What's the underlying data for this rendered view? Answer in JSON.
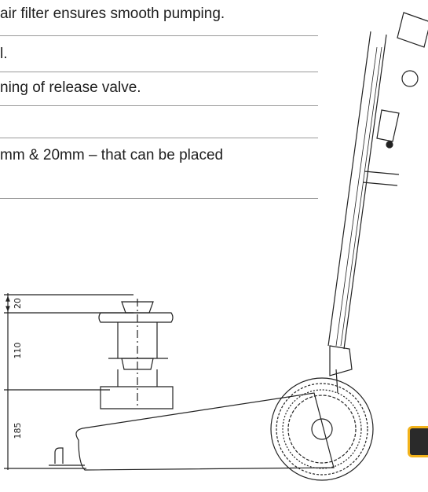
{
  "feature_list": {
    "items": [
      "air filter ensures smooth pumping.",
      "l.",
      "ning of release valve.",
      "",
      "mm & 20mm – that can be placed"
    ]
  },
  "drawing": {
    "dimensions": {
      "top": "20",
      "middle": "110",
      "bottom": "185"
    }
  },
  "colors": {
    "badge_border": "#f2b21a",
    "badge_fill": "#2a2a2a",
    "rule": "#9a9a9a"
  }
}
